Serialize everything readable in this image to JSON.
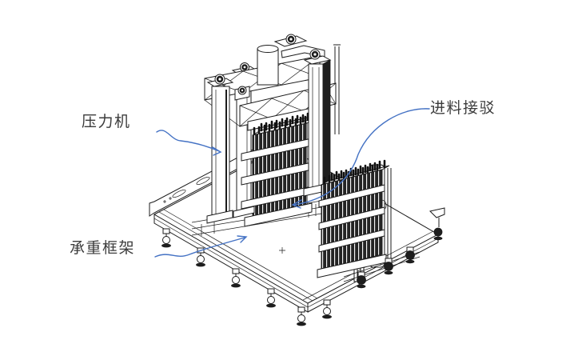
{
  "page": {
    "background_color": "#ffffff",
    "kind": "technical isometric CAD illustration with callouts"
  },
  "diagram": {
    "subject": "press and feed docking machine on load-bearing frame",
    "colors": {
      "line": "#1c1c1c",
      "leader_arrow": "#4472c4",
      "label_text": "#3b3b3b",
      "dark_fill": "#1e1e1e",
      "background": "#ffffff"
    },
    "labels": {
      "press": {
        "text": "压力机"
      },
      "feed_dock": {
        "text": "进料接驳"
      },
      "load_frame": {
        "text": "承重框架"
      }
    }
  }
}
